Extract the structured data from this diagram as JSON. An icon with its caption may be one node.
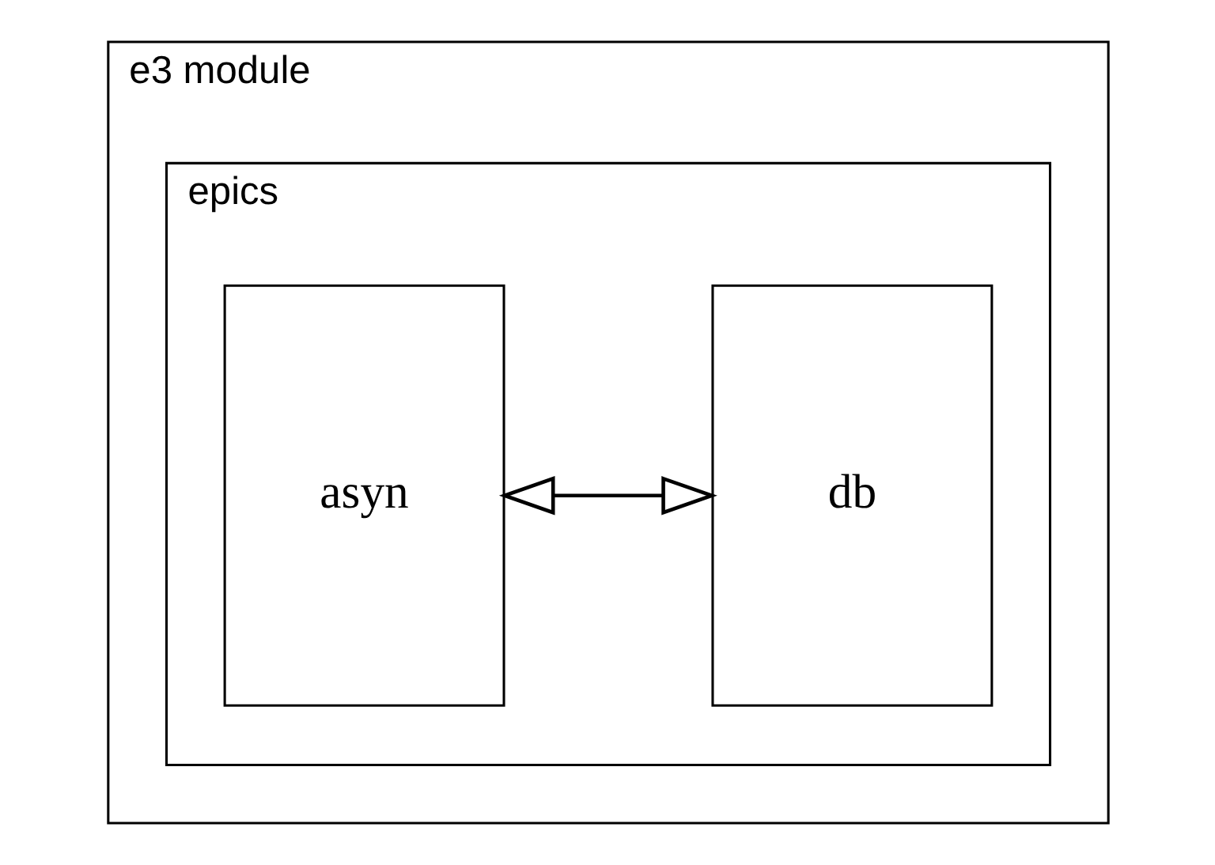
{
  "diagram": {
    "nodes": [
      {
        "text": [
          "e3 module"
        ]
      },
      {
        "text": [
          "epics"
        ],
        "in": 0
      },
      {
        "text": [
          "asyn"
        ],
        "in": 1
      },
      {
        "text": [
          "db"
        ],
        "in": 1
      }
    ],
    "edges": [
      {
        "from": 2,
        "to": 3,
        "arrow": "both"
      }
    ]
  }
}
